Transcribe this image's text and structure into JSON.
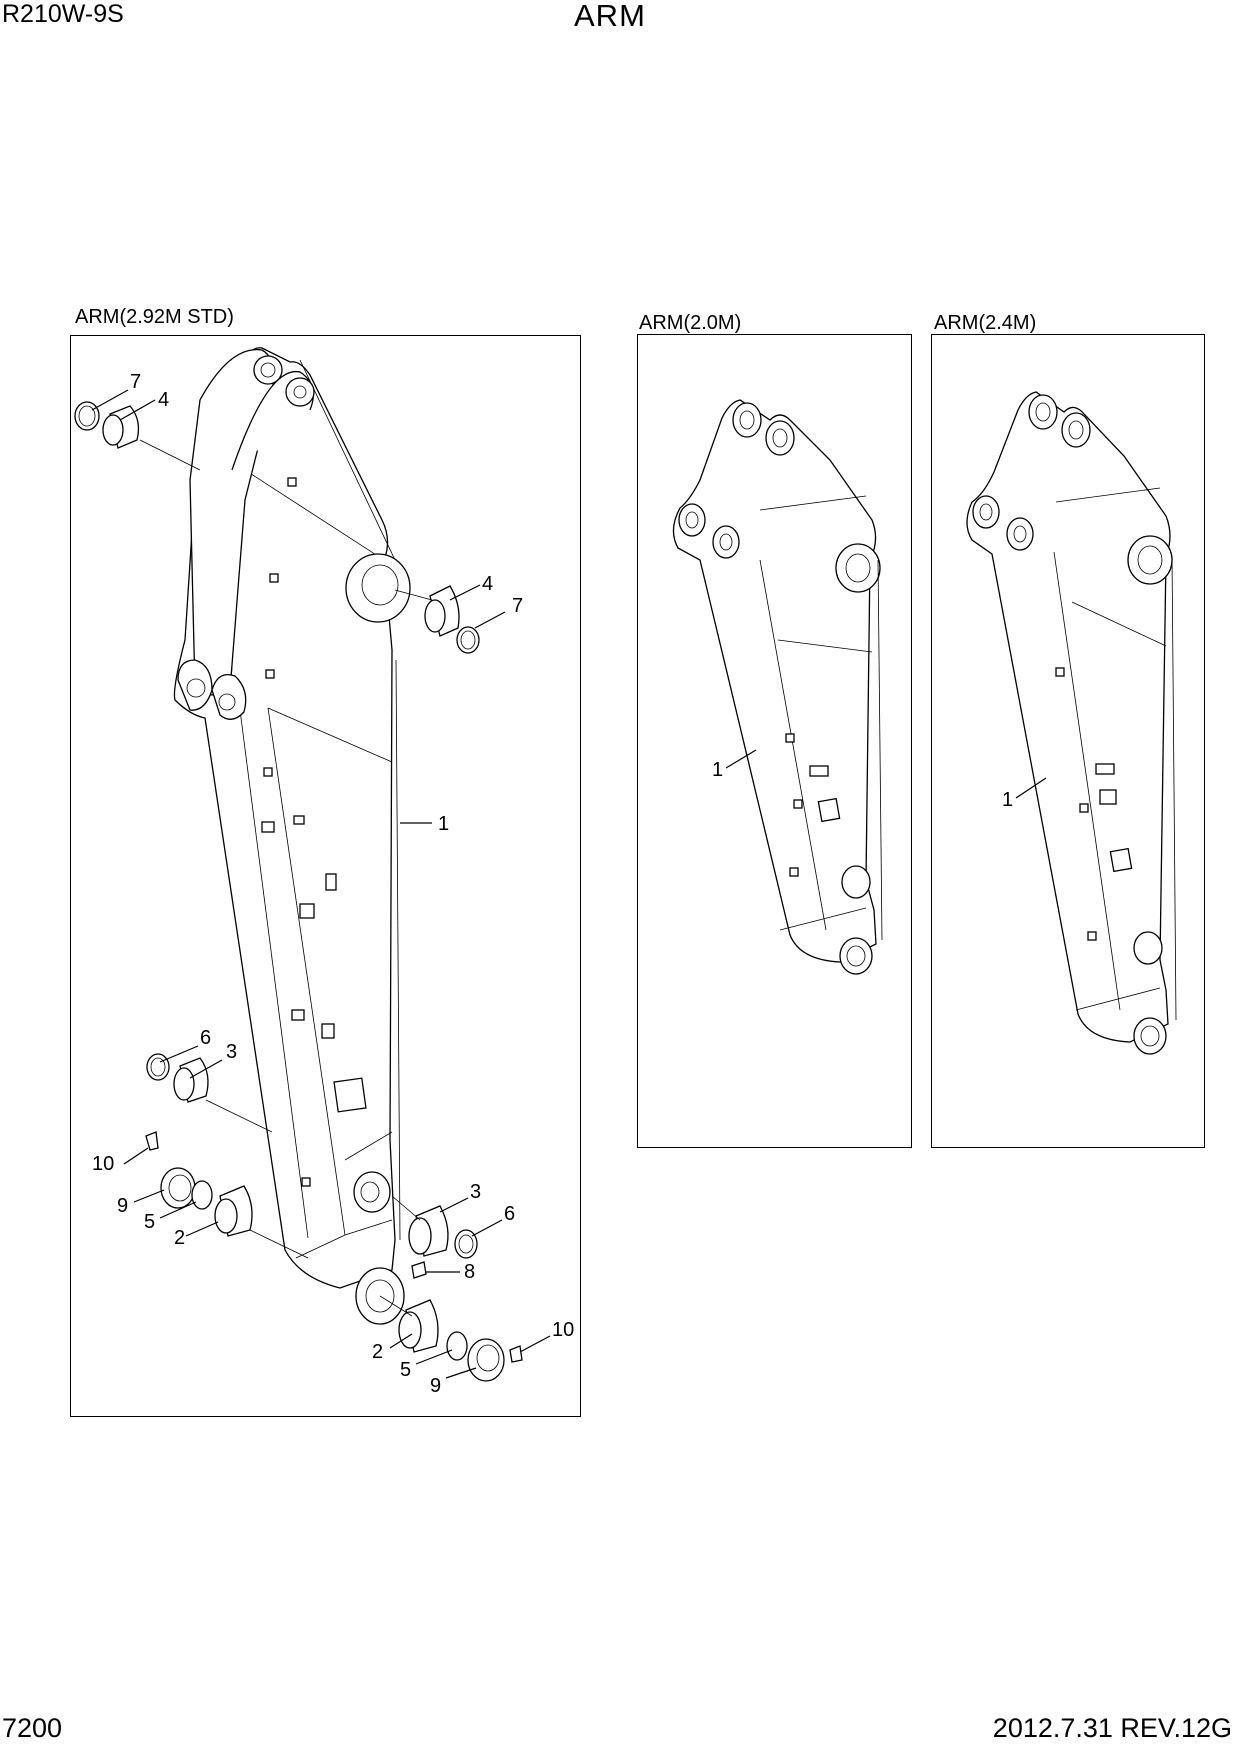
{
  "header": {
    "model": "R210W-9S",
    "title": "ARM"
  },
  "footer": {
    "page_number": "7200",
    "date_rev": "2012.7.31  REV.12G"
  },
  "panels": [
    {
      "title": "ARM(2.92M STD)",
      "callouts": [
        "7",
        "4",
        "4",
        "7",
        "1",
        "6",
        "3",
        "10",
        "9",
        "5",
        "2",
        "3",
        "6",
        "8",
        "10",
        "2",
        "5",
        "9"
      ]
    },
    {
      "title": "ARM(2.0M)",
      "callouts": [
        "1"
      ]
    },
    {
      "title": "ARM(2.4M)",
      "callouts": [
        "1"
      ]
    }
  ]
}
